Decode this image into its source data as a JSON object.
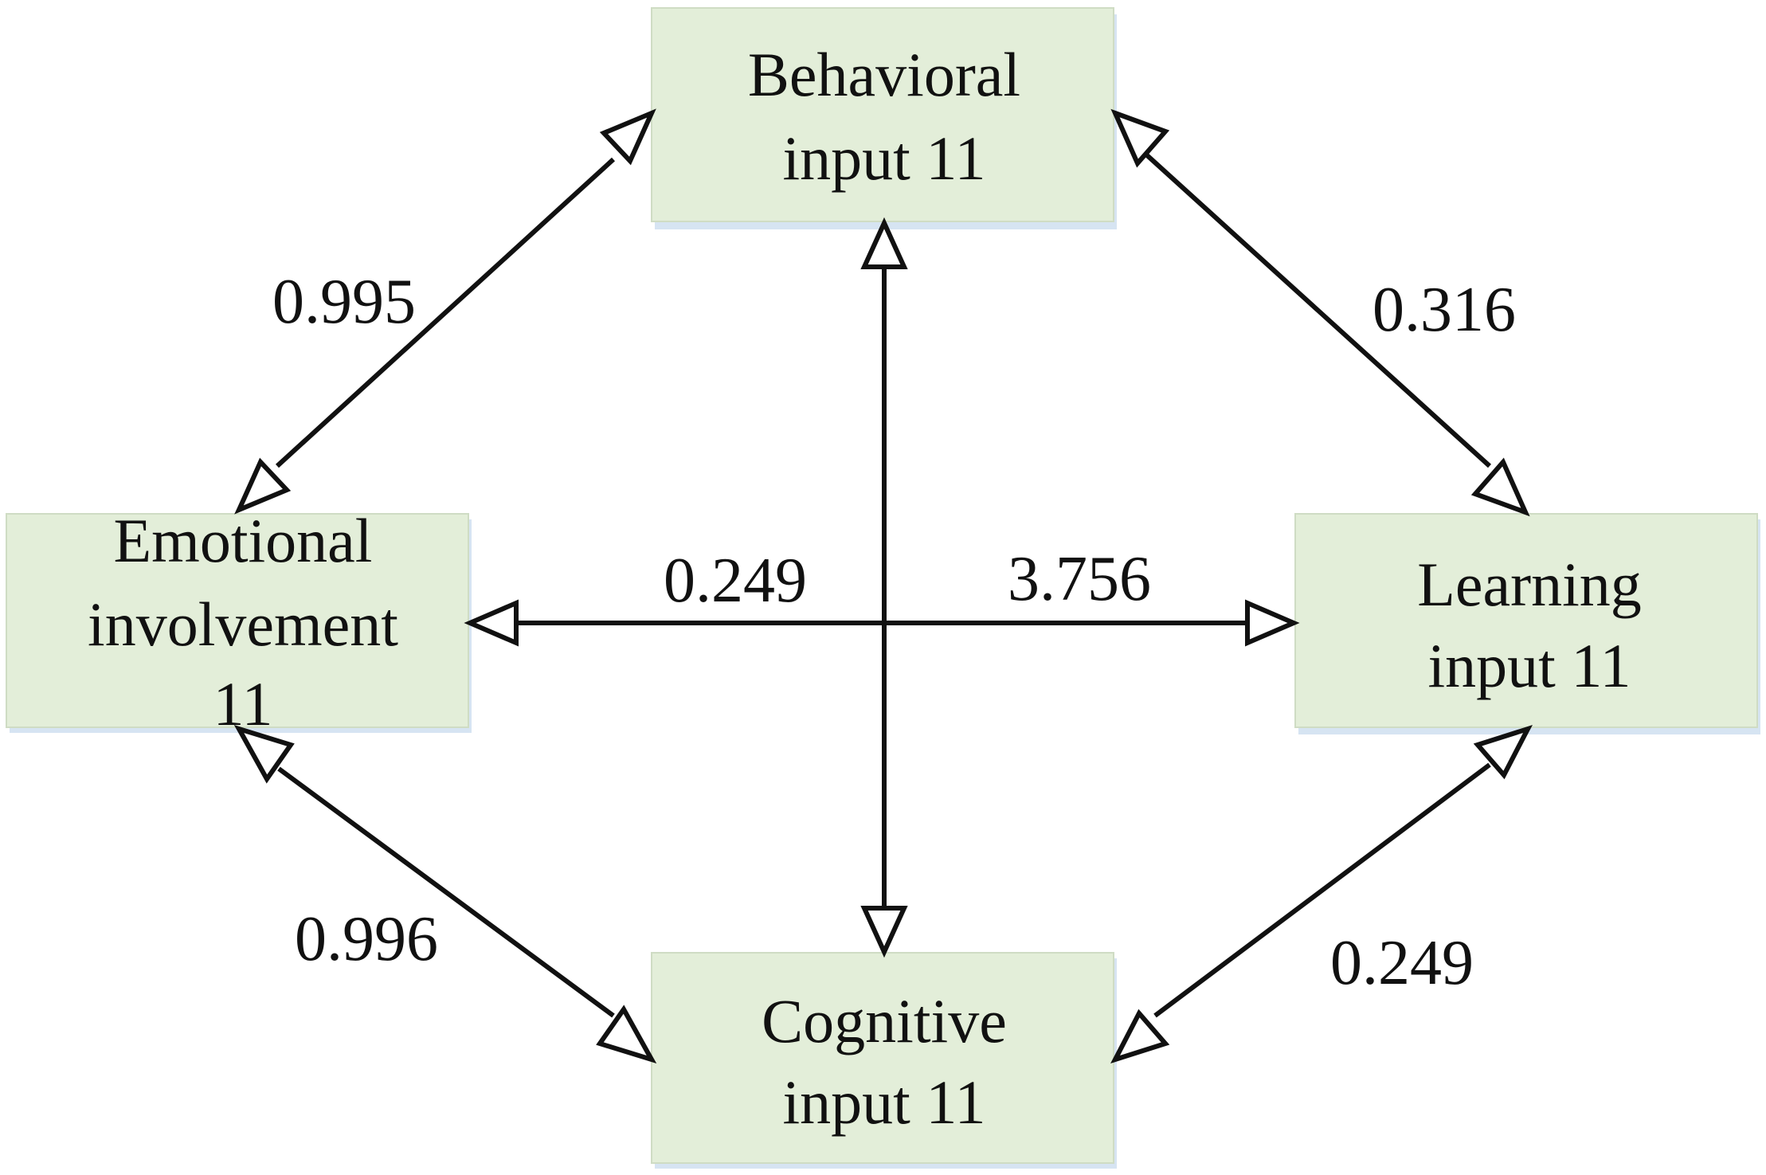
{
  "colors": {
    "box_fill": "#e3eed9",
    "box_border": "#cfdcc4",
    "line": "#111111",
    "arrowhead_fill": "#ffffff"
  },
  "nodes": {
    "behavioral": {
      "lines": [
        "Behavioral",
        "input 11"
      ]
    },
    "emotional": {
      "lines": [
        "Emotional",
        "involvement",
        "11"
      ]
    },
    "learning": {
      "lines": [
        "Learning",
        "input 11"
      ]
    },
    "cognitive": {
      "lines": [
        "Cognitive",
        "input 11"
      ]
    }
  },
  "edges": {
    "behavioral_emotional": {
      "label": "0.995",
      "arrowheads": "both"
    },
    "behavioral_learning": {
      "label": "0.316",
      "arrowheads": "both"
    },
    "emotional_cognitive": {
      "label": "0.996",
      "arrowheads": "both"
    },
    "learning_cognitive": {
      "label": "0.249",
      "arrowheads": "both"
    },
    "emotional_learning": {
      "label_left": "0.249",
      "label_right": "3.756",
      "arrowheads": "both"
    },
    "behavioral_cognitive": {
      "arrowheads": "both"
    }
  }
}
